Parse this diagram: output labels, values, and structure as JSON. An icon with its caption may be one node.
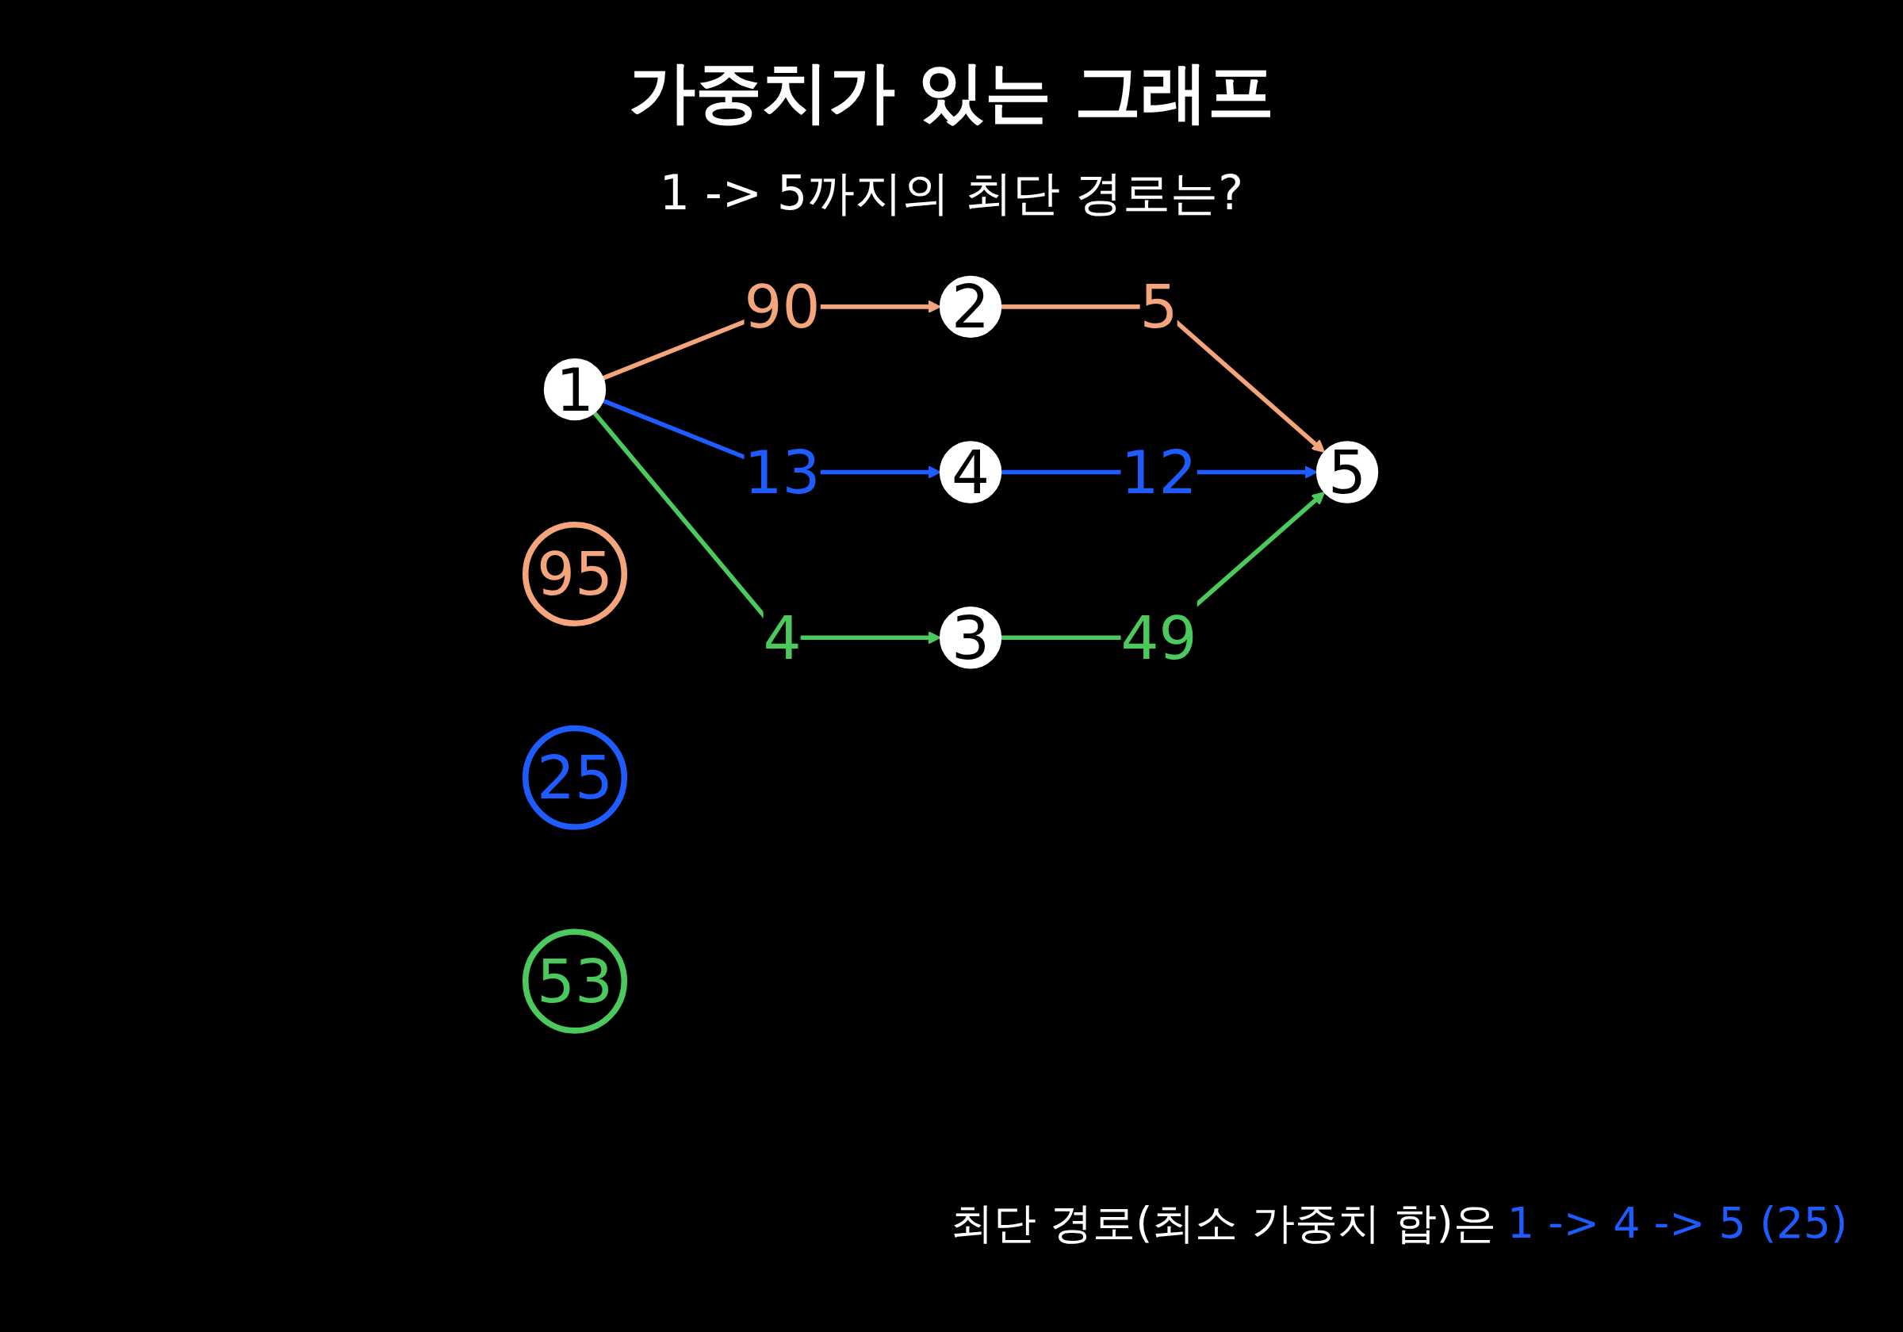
{
  "diagram": {
    "title": "가중치가 있는 그래프",
    "nodes": [
      {
        "text": [
          "1"
        ]
      },
      {
        "text": [
          "2"
        ]
      },
      {
        "text": [
          "3"
        ]
      },
      {
        "text": [
          "4"
        ]
      },
      {
        "text": [
          "5"
        ]
      },
      {
        "text": [
          "95"
        ]
      },
      {
        "text": [
          "25"
        ]
      },
      {
        "text": [
          "53"
        ]
      }
    ],
    "edges": [
      {
        "from": 0,
        "to": 1,
        "arrow": "to",
        "label": "90",
        "color": "#f4a57c"
      },
      {
        "from": 1,
        "to": 4,
        "arrow": "to",
        "label": "5",
        "color": "#f4a57c"
      },
      {
        "from": 0,
        "to": 3,
        "arrow": "to",
        "label": "13",
        "color": "#1f5cff"
      },
      {
        "from": 3,
        "to": 4,
        "arrow": "to",
        "label": "12",
        "color": "#1f5cff"
      },
      {
        "from": 0,
        "to": 2,
        "arrow": "to",
        "label": "4",
        "color": "#4cc95c"
      },
      {
        "from": 2,
        "to": 4,
        "arrow": "to",
        "label": "49",
        "color": "#4cc95c"
      }
    ],
    "labels": [
      "1 -> 5까지의 최단 경로는?",
      "최단 경로(최소 가중치 합)은",
      "1 -> 4 -> 5 (25)"
    ]
  }
}
